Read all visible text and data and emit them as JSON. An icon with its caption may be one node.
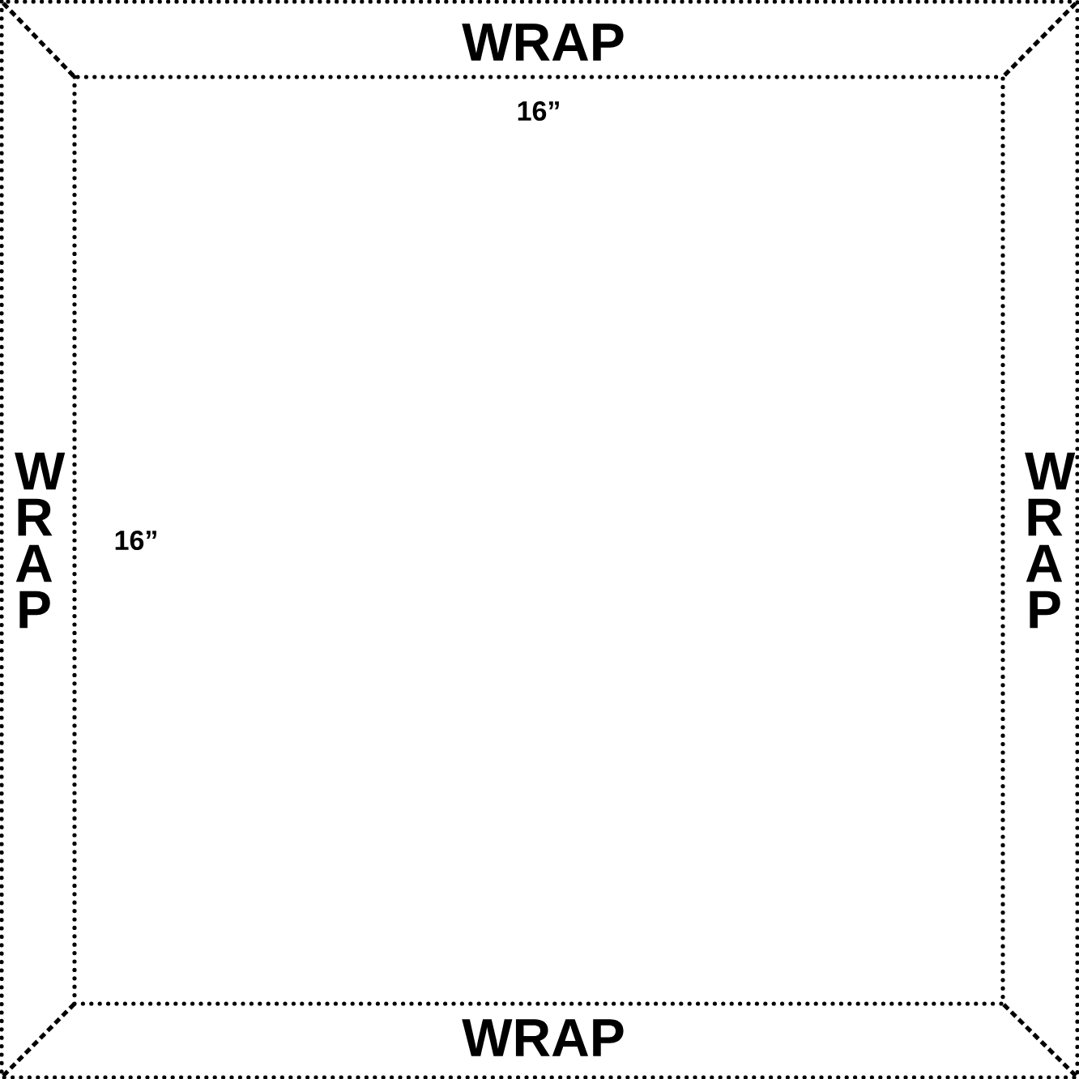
{
  "diagram": {
    "labels": [
      "WRAP",
      "16”",
      "WRAP",
      "16”",
      "WRAP",
      "WRAP"
    ]
  }
}
